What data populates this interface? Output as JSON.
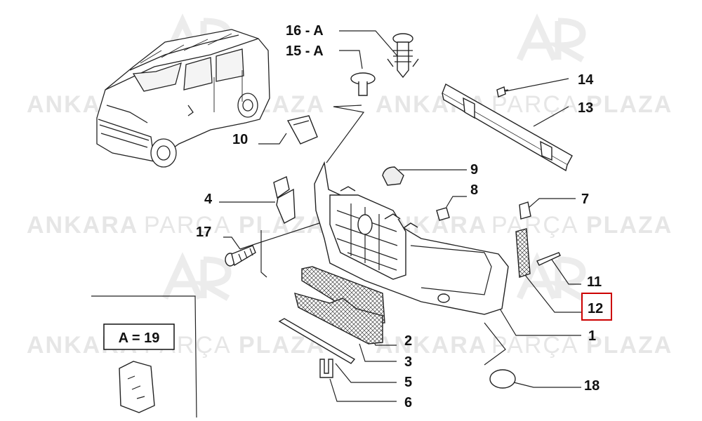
{
  "watermark": {
    "part1": "ANKARA",
    "part2": "PARÇA",
    "part3": "PLAZA"
  },
  "callouts": [
    {
      "id": "16",
      "text": "16 - A"
    },
    {
      "id": "15",
      "text": "15 - A"
    },
    {
      "id": "14",
      "text": "14"
    },
    {
      "id": "13",
      "text": "13"
    },
    {
      "id": "10",
      "text": "10"
    },
    {
      "id": "9",
      "text": "9"
    },
    {
      "id": "8",
      "text": "8"
    },
    {
      "id": "4",
      "text": "4"
    },
    {
      "id": "7",
      "text": "7"
    },
    {
      "id": "17",
      "text": "17"
    },
    {
      "id": "11",
      "text": "11"
    },
    {
      "id": "12",
      "text": "12"
    },
    {
      "id": "1",
      "text": "1"
    },
    {
      "id": "2",
      "text": "2"
    },
    {
      "id": "3",
      "text": "3"
    },
    {
      "id": "5",
      "text": "5"
    },
    {
      "id": "6",
      "text": "6"
    },
    {
      "id": "18",
      "text": "18"
    }
  ],
  "legend": {
    "text": "A = 19"
  },
  "highlight_color": "#cc0000"
}
